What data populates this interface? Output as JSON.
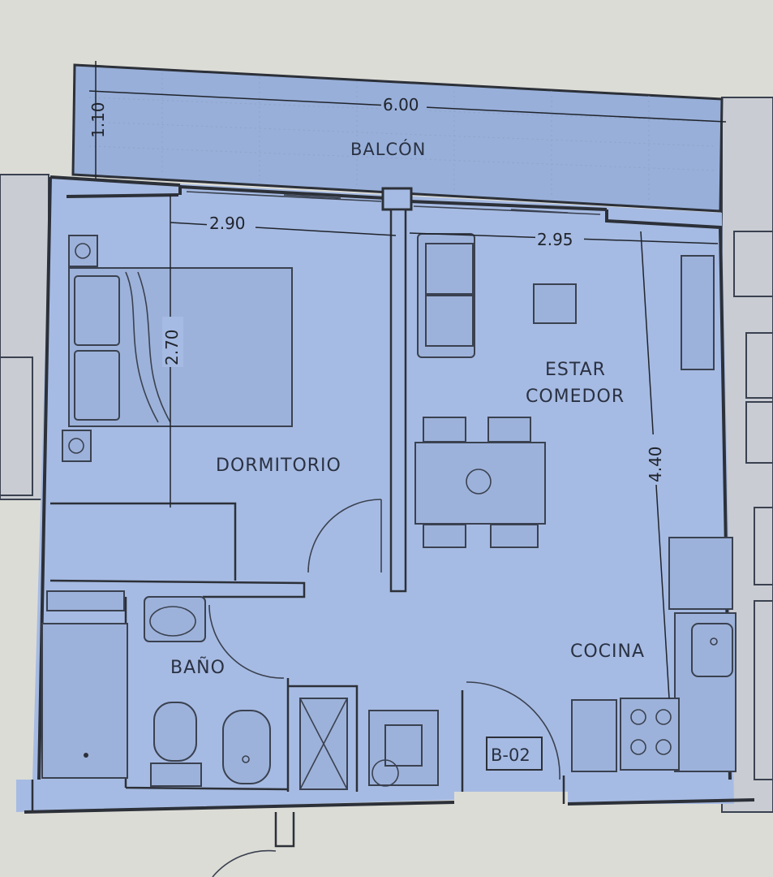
{
  "rooms": {
    "balcony": "BALCÓN",
    "bedroom": "DORMITORIO",
    "living_line1": "ESTAR",
    "living_line2": "COMEDOR",
    "kitchen": "COCINA",
    "bathroom": "BAÑO"
  },
  "unit_code": "B-02",
  "dimensions": {
    "balcony_depth": "1.10",
    "balcony_width": "6.00",
    "bedroom_width": "2.90",
    "bedroom_depth": "2.70",
    "living_width": "2.95",
    "living_depth": "4.40"
  },
  "colors": {
    "paper": "#dcdcd6",
    "plan_fill": "#a6bbe3",
    "balcony_fill": "#98afd9",
    "walls": "#2c3038"
  }
}
